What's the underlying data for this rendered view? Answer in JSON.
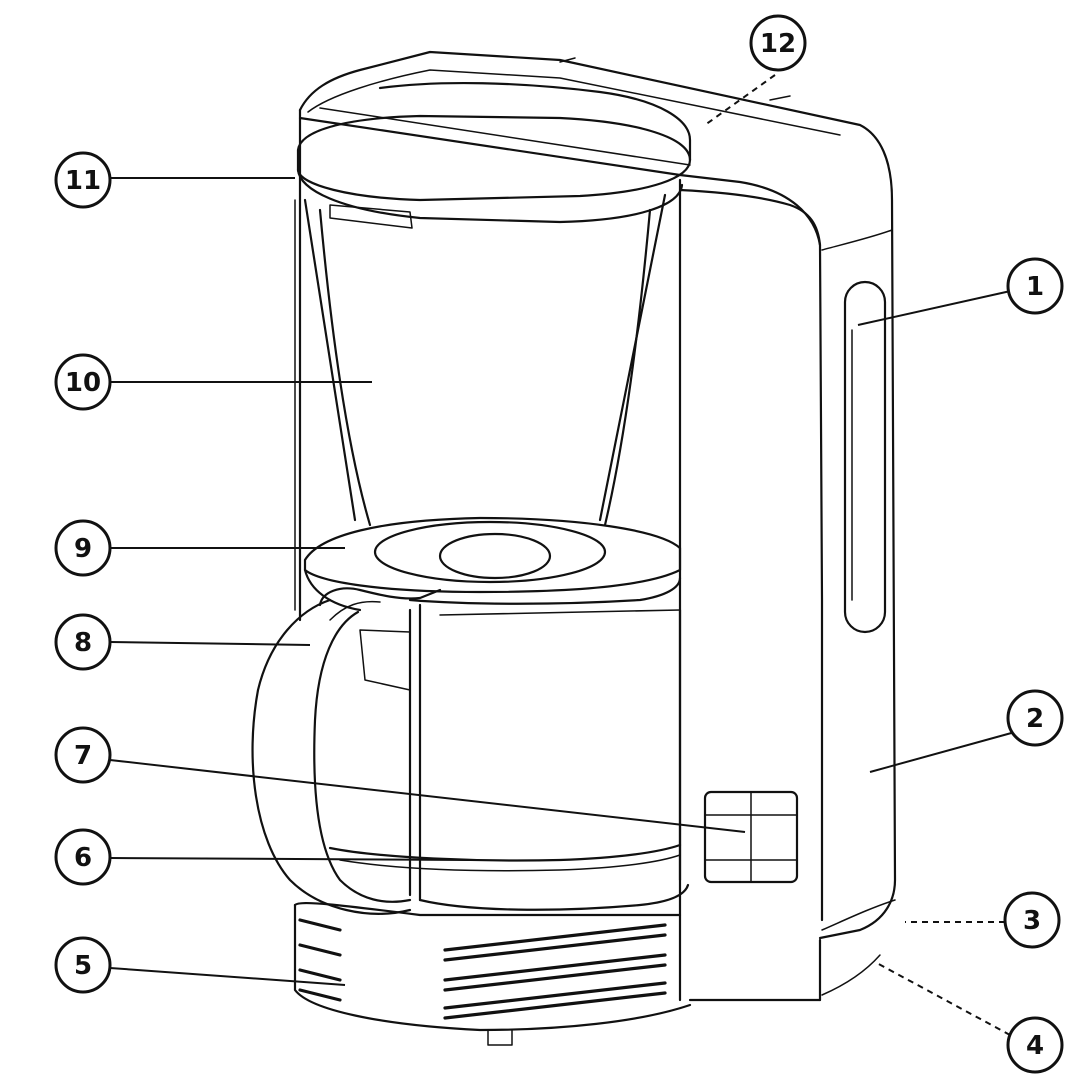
{
  "callouts": [
    {
      "label": "1"
    },
    {
      "label": "2"
    },
    {
      "label": "3"
    },
    {
      "label": "4"
    },
    {
      "label": "5"
    },
    {
      "label": "6"
    },
    {
      "label": "7"
    },
    {
      "label": "8"
    },
    {
      "label": "9"
    },
    {
      "label": "10"
    },
    {
      "label": "11"
    },
    {
      "label": "12"
    }
  ]
}
